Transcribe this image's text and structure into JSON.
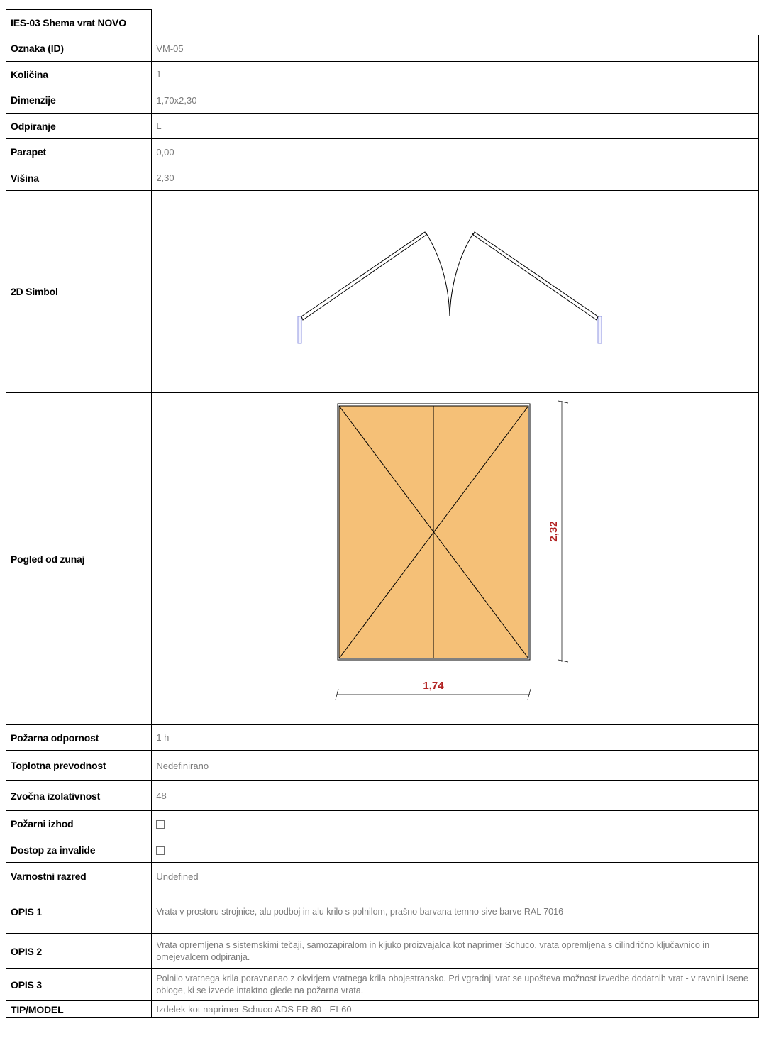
{
  "title": "IES-03 Shema vrat NOVO",
  "rows": {
    "oznaka": {
      "label": "Oznaka (ID)",
      "value": "VM-05"
    },
    "kolicina": {
      "label": "Količina",
      "value": "1"
    },
    "dimenzije": {
      "label": "Dimenzije",
      "value": "1,70x2,30"
    },
    "odpiranje": {
      "label": "Odpiranje",
      "value": "L"
    },
    "parapet": {
      "label": "Parapet",
      "value": "0,00"
    },
    "visina": {
      "label": "Višina",
      "value": "2,30"
    },
    "simbol": {
      "label": "2D Simbol"
    },
    "pogled": {
      "label": "Pogled od zunaj",
      "width_dim": "1,74",
      "height_dim": "2,32"
    },
    "pozarna_odpornost": {
      "label": "Požarna odpornost",
      "value": "1 h"
    },
    "toplotna": {
      "label": "Toplotna prevodnost",
      "value": "Nedefinirano"
    },
    "zvocna": {
      "label": "Zvočna izolativnost",
      "value": "48"
    },
    "pozarni_izhod": {
      "label": "Požarni izhod",
      "checked": false
    },
    "invalidi": {
      "label": "Dostop za invalide",
      "checked": false
    },
    "varnostni": {
      "label": "Varnostni razred",
      "value": "Undefined"
    },
    "opis1": {
      "label": "OPIS 1",
      "value": "Vrata v prostoru strojnice, alu podboj in alu krilo s polnilom, prašno barvana temno sive barve  RAL 7016"
    },
    "opis2": {
      "label": "OPIS 2",
      "value": "Vrata opremljena s sistemskimi tečaji, samozapiralom in kljuko proizvajalca kot naprimer Schuco, vrata opremljena s cilindrično ključavnico in omejevalcem odpiranja."
    },
    "opis3": {
      "label": "OPIS 3",
      "value": "Polnilo vratnega krila poravnanao z okvirjem vratnega krila obojestransko. Pri vgradnji vrat se upošteva možnost izvedbe dodatnih vrat - v ravnini Isene obloge, ki se izvede intaktno glede na požarna vrata."
    },
    "tip": {
      "label": "TIP/MODEL",
      "value": "Izdelek kot naprimer Schuco ADS  FR 80 - EI-60"
    }
  },
  "colors": {
    "door_fill": "#f5c077",
    "dimension_text": "#b22222",
    "value_text": "#7a7a7a",
    "frame_jamb": "#8f96e0"
  }
}
